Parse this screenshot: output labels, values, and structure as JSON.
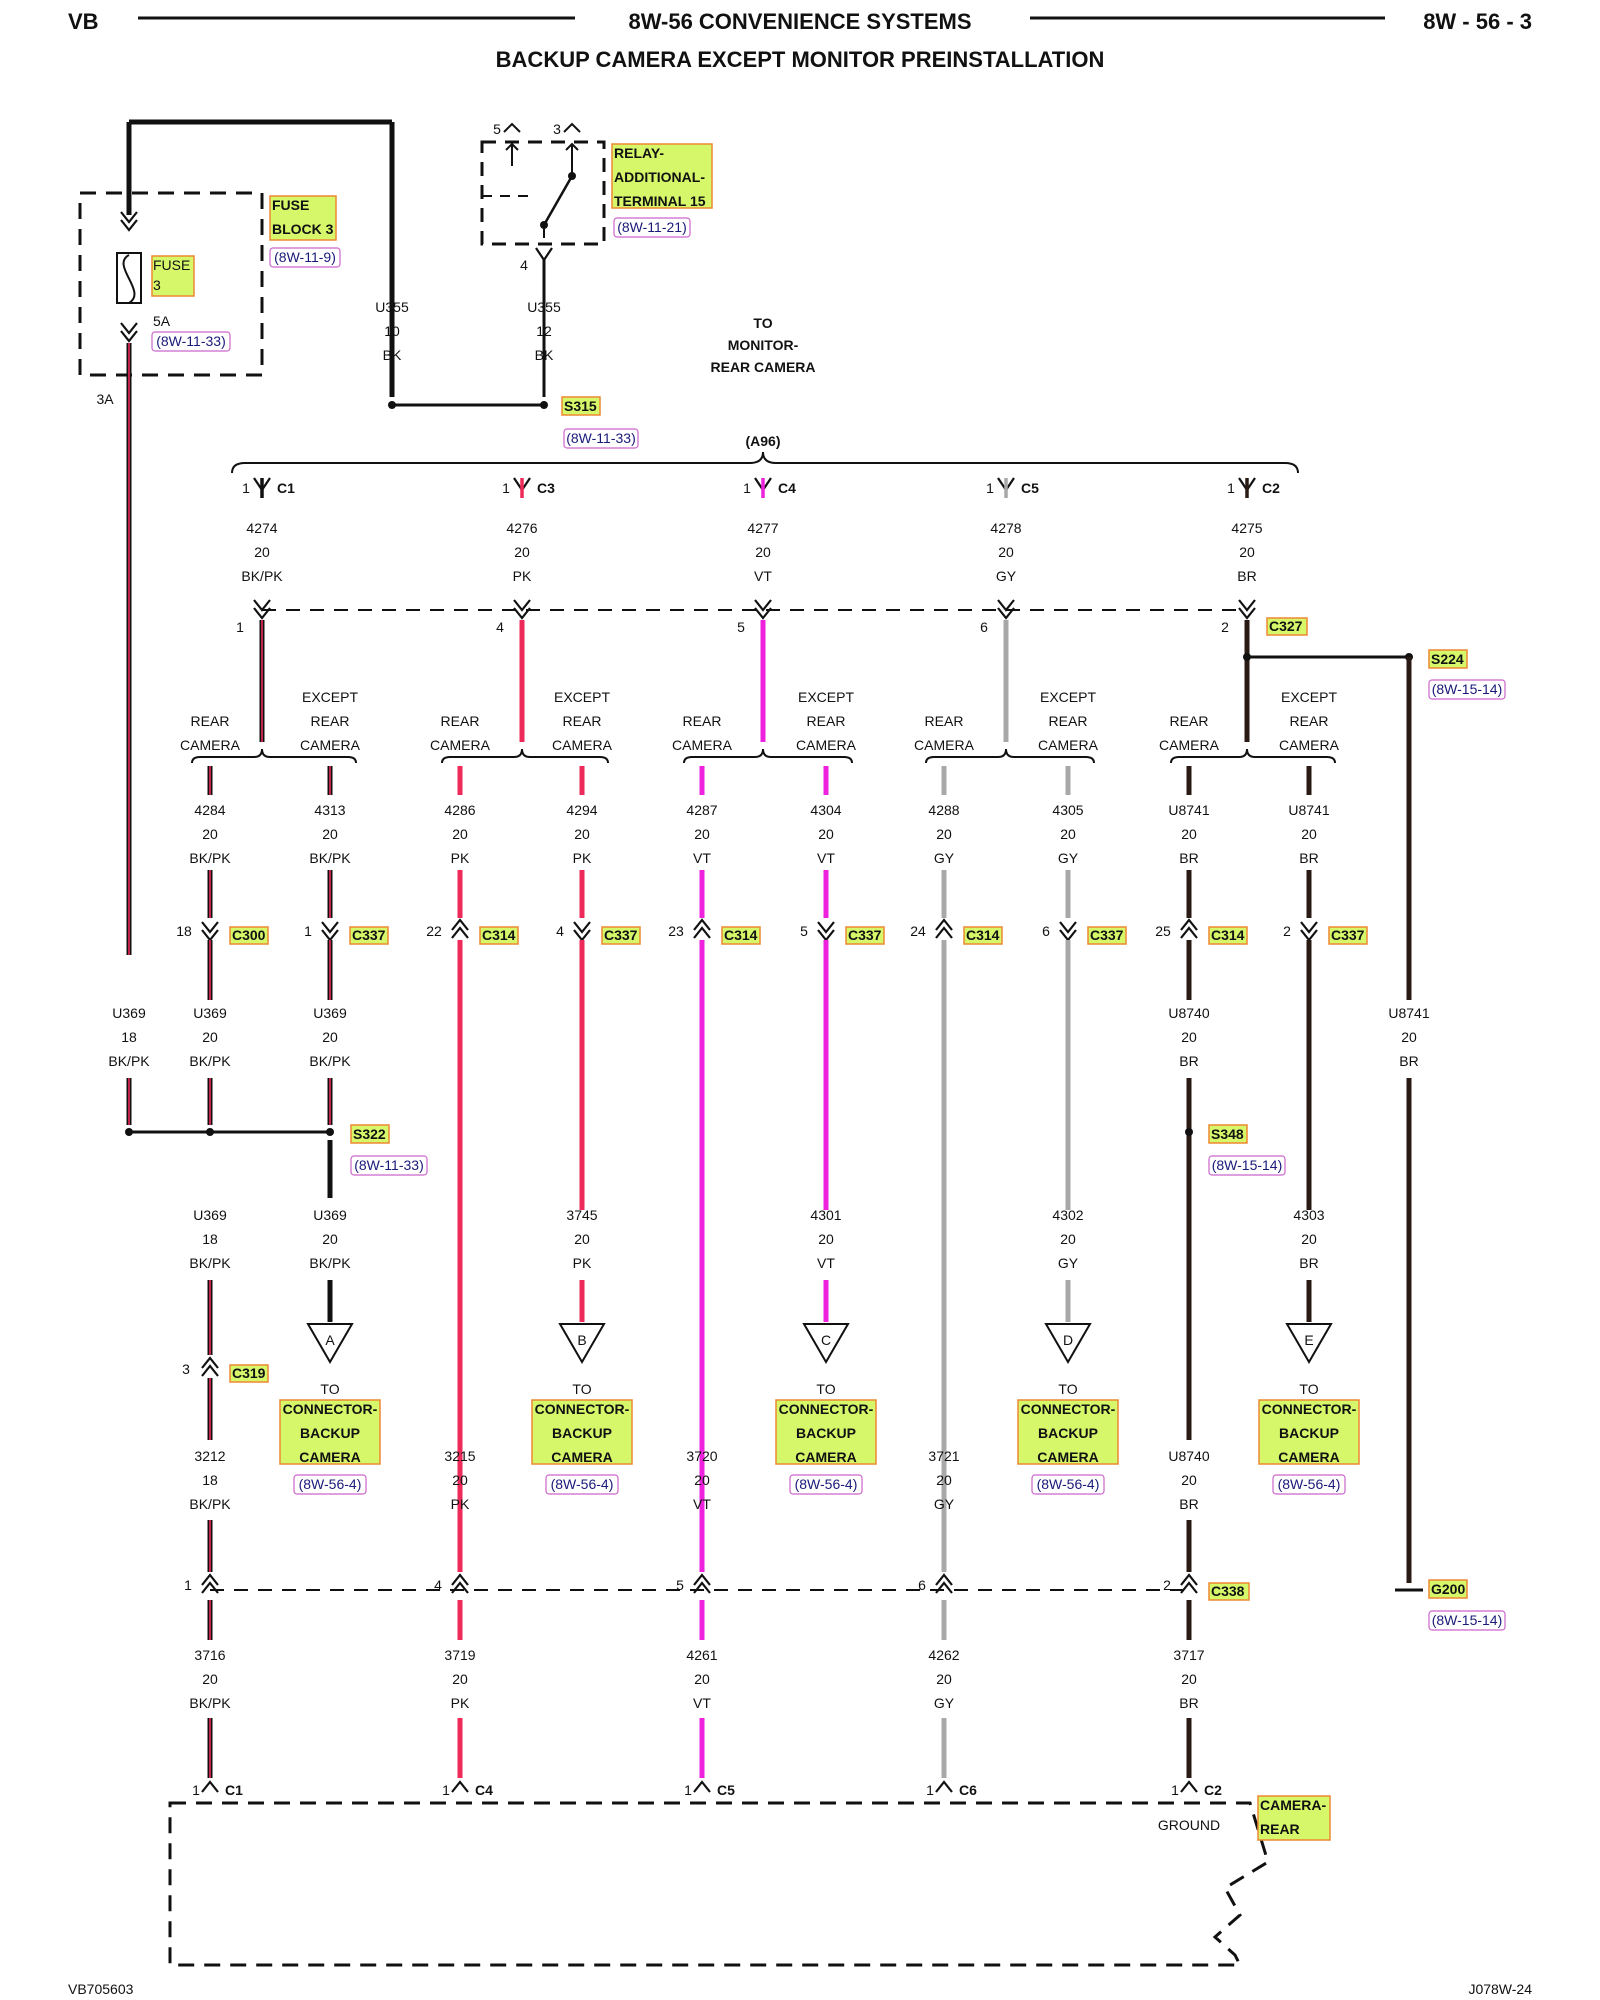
{
  "header": {
    "left": "VB",
    "center": "8W-56 CONVENIENCE SYSTEMS",
    "right": "8W - 56 - 3",
    "subtitle": "BACKUP CAMERA EXCEPT MONITOR PREINSTALLATION"
  },
  "footer": {
    "left": "VB705603",
    "right": "J078W-24"
  },
  "colors": {
    "BK": "#111111",
    "BK/PK": "#111111",
    "PK": "#ee2a5a",
    "VT": "#ee22dd",
    "GY": "#a8a8a8",
    "BR": "#2a1a14",
    "highlight_fill": "#d6f76a",
    "highlight_border": "#ee8833",
    "ref_border": "#cc66cc"
  },
  "fuse_block": {
    "label": [
      "FUSE",
      "BLOCK 3"
    ],
    "ref": "(8W-11-9)",
    "fuse_label": [
      "FUSE",
      "3"
    ],
    "rating": "5A",
    "fuse_ref": "(8W-11-33)",
    "cavity": "3A"
  },
  "relay": {
    "label": [
      "RELAY-",
      "ADDITIONAL-",
      "TERMINAL 15"
    ],
    "ref": "(8W-11-21)",
    "pin5": "5",
    "pin3": "3",
    "pin4": "4"
  },
  "u355_left": [
    "U355",
    "10",
    "BK"
  ],
  "u355_right": [
    "U355",
    "12",
    "BK"
  ],
  "to_monitor": [
    "TO",
    "MONITOR-",
    "REAR CAMERA"
  ],
  "s315": {
    "label": "S315",
    "ref": "(8W-11-33)"
  },
  "a96_label": "(A96)",
  "a96_pins": [
    {
      "pin": "1",
      "cav": "C1",
      "wire": [
        "4274",
        "20",
        "BK/PK"
      ],
      "color": "BK/PK",
      "c327pin": "1"
    },
    {
      "pin": "1",
      "cav": "C3",
      "wire": [
        "4276",
        "20",
        "PK"
      ],
      "color": "PK",
      "c327pin": "4"
    },
    {
      "pin": "1",
      "cav": "C4",
      "wire": [
        "4277",
        "20",
        "VT"
      ],
      "color": "VT",
      "c327pin": "5"
    },
    {
      "pin": "1",
      "cav": "C5",
      "wire": [
        "4278",
        "20",
        "GY"
      ],
      "color": "GY",
      "c327pin": "6"
    },
    {
      "pin": "1",
      "cav": "C2",
      "wire": [
        "4275",
        "20",
        "BR"
      ],
      "color": "BR",
      "c327pin": "2"
    }
  ],
  "c327": "C327",
  "s224": {
    "label": "S224",
    "ref": "(8W-15-14)"
  },
  "option_rear": [
    "REAR",
    "CAMERA"
  ],
  "option_except": [
    "EXCEPT",
    "REAR",
    "CAMERA"
  ],
  "rear_branches": [
    {
      "wire": [
        "4284",
        "20",
        "BK/PK"
      ],
      "conn_pin": "18",
      "conn": "C300"
    },
    {
      "wire": [
        "4286",
        "20",
        "PK"
      ],
      "conn_pin": "22",
      "conn": "C314"
    },
    {
      "wire": [
        "4287",
        "20",
        "VT"
      ],
      "conn_pin": "23",
      "conn": "C314"
    },
    {
      "wire": [
        "4288",
        "20",
        "GY"
      ],
      "conn_pin": "24",
      "conn": "C314"
    },
    {
      "wire": [
        "U8741",
        "20",
        "BR"
      ],
      "conn_pin": "25",
      "conn": "C314"
    }
  ],
  "except_branches": [
    {
      "wire": [
        "4313",
        "20",
        "BK/PK"
      ],
      "conn_pin": "1",
      "conn": "C337"
    },
    {
      "wire": [
        "4294",
        "20",
        "PK"
      ],
      "conn_pin": "4",
      "conn": "C337"
    },
    {
      "wire": [
        "4304",
        "20",
        "VT"
      ],
      "conn_pin": "5",
      "conn": "C337"
    },
    {
      "wire": [
        "4305",
        "20",
        "GY"
      ],
      "conn_pin": "6",
      "conn": "C337"
    },
    {
      "wire": [
        "U8741",
        "20",
        "BR"
      ],
      "conn_pin": "2",
      "conn": "C337"
    }
  ],
  "u369_fuse": [
    "U369",
    "18",
    "BK/PK"
  ],
  "u369_c300": [
    "U369",
    "20",
    "BK/PK"
  ],
  "u369_c337": [
    "U369",
    "20",
    "BK/PK"
  ],
  "u8740_upper": [
    "U8740",
    "20",
    "BR"
  ],
  "u8741_ground": [
    "U8741",
    "20",
    "BR"
  ],
  "s322": {
    "label": "S322",
    "ref": "(8W-11-33)"
  },
  "s348": {
    "label": "S348",
    "ref": "(8W-15-14)"
  },
  "u369_lower": [
    "U369",
    "18",
    "BK/PK"
  ],
  "c319": {
    "pin": "3",
    "label": "C319"
  },
  "except_lower_wires": [
    [
      "U369",
      "20",
      "BK/PK"
    ],
    [
      "3745",
      "20",
      "PK"
    ],
    [
      "4301",
      "20",
      "VT"
    ],
    [
      "4302",
      "20",
      "GY"
    ],
    [
      "4303",
      "20",
      "BR"
    ]
  ],
  "letters": [
    "A",
    "B",
    "C",
    "D",
    "E"
  ],
  "to_text": "TO",
  "connector_label": [
    "CONNECTOR-",
    "BACKUP",
    "CAMERA"
  ],
  "connector_ref": "(8W-56-4)",
  "lower_wires": [
    [
      "3212",
      "18",
      "BK/PK"
    ],
    [
      "3215",
      "20",
      "PK"
    ],
    [
      "3720",
      "20",
      "VT"
    ],
    [
      "3721",
      "20",
      "GY"
    ],
    [
      "U8740",
      "20",
      "BR"
    ]
  ],
  "c338": {
    "label": "C338",
    "pins": [
      "1",
      "4",
      "5",
      "6",
      "2"
    ]
  },
  "g200": {
    "label": "G200",
    "ref": "(8W-15-14)"
  },
  "final_wires": [
    [
      "3716",
      "20",
      "BK/PK"
    ],
    [
      "3719",
      "20",
      "PK"
    ],
    [
      "4261",
      "20",
      "VT"
    ],
    [
      "4262",
      "20",
      "GY"
    ],
    [
      "3717",
      "20",
      "BR"
    ]
  ],
  "camera_pins": [
    {
      "pin": "1",
      "cav": "C1"
    },
    {
      "pin": "1",
      "cav": "C4"
    },
    {
      "pin": "1",
      "cav": "C5"
    },
    {
      "pin": "1",
      "cav": "C6"
    },
    {
      "pin": "1",
      "cav": "C2"
    }
  ],
  "camera": {
    "label": [
      "CAMERA-",
      "REAR"
    ],
    "ground": "GROUND"
  }
}
